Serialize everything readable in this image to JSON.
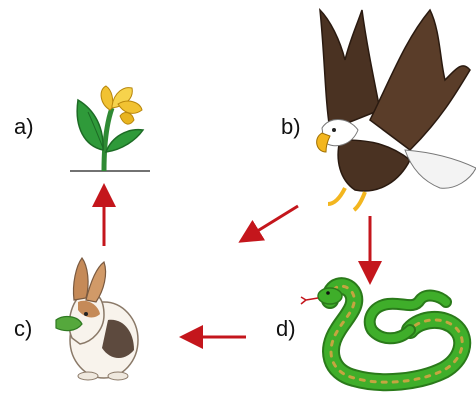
{
  "diagram": {
    "labels": {
      "a": "a)",
      "b": "b)",
      "c": "c)",
      "d": "d)"
    },
    "organisms": {
      "a": "flower-plant-icon",
      "b": "eagle-icon",
      "c": "rabbit-icon",
      "d": "snake-icon"
    },
    "arrows": [
      {
        "from": "c",
        "to": "a"
      },
      {
        "from": "b",
        "to": "c"
      },
      {
        "from": "b",
        "to": "d"
      },
      {
        "from": "d",
        "to": "c"
      }
    ],
    "colors": {
      "arrow": "#c4161c",
      "plant_leaf": "#2f9a3a",
      "flower": "#f1c232",
      "eagle_body": "#4a3222",
      "snake": "#3fae2a"
    }
  }
}
